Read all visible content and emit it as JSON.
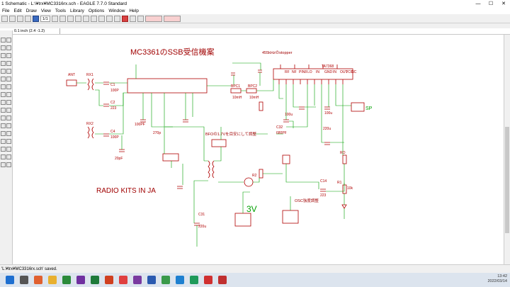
{
  "window": {
    "title": "1 Schematic - L:\\¥trx¥MC3316rx.sch - EAGLE 7.7.0 Standard",
    "controls": [
      "—",
      "☐",
      "✕"
    ]
  },
  "menu": [
    "File",
    "Edit",
    "Draw",
    "View",
    "Tools",
    "Library",
    "Options",
    "Window",
    "Help"
  ],
  "toolbar": {
    "zoom": "1/1"
  },
  "command": {
    "coord": "0.1 inch (2.4 -1.2)"
  },
  "schematic": {
    "title": "MC3361のSSB受信機案",
    "kit_label": "RADIO KITS IN JA",
    "voltage": "3V",
    "notes": {
      "stopper": "455kHzのstopper",
      "bfo": "BFOの1.7Vを目安にして調整",
      "osc": "OSC強度調整"
    },
    "parts": {
      "ant": "ANT",
      "rx1": "RX1",
      "rx2": "RX2",
      "c1": "C1",
      "c100p": "100P",
      "c2": "C2",
      "c223": "223",
      "c4": "C4",
      "c4v": "100P",
      "c20p": "20pF",
      "c100pf": "100PF",
      "c270p": "270p",
      "bpc1": "BPC1",
      "bpc2": "BPC2",
      "c10mh": "10mH",
      "c10mh2": "10mH",
      "ic": "TA7368",
      "c32": "C32",
      "c680p": "680PF",
      "c100u": "100u",
      "c220u": "220u",
      "c100u2": "100u",
      "ro": "RO",
      "c14": "C14",
      "c14v": "223",
      "r1": "R1",
      "r1v": "10k",
      "r2": "R2",
      "c31": "C31",
      "c220u2": "220u",
      "sp": "SP",
      "pins": [
        "RF",
        "NF",
        "PIN8",
        "LO",
        "IN",
        "GND",
        "IN",
        "OUT",
        "VCC",
        "NC"
      ]
    }
  },
  "status": {
    "message": "'L:¥trx¥MC3316rx.sch' saved."
  },
  "taskbar": {
    "time": "13:42",
    "date": "2022/03/14"
  }
}
